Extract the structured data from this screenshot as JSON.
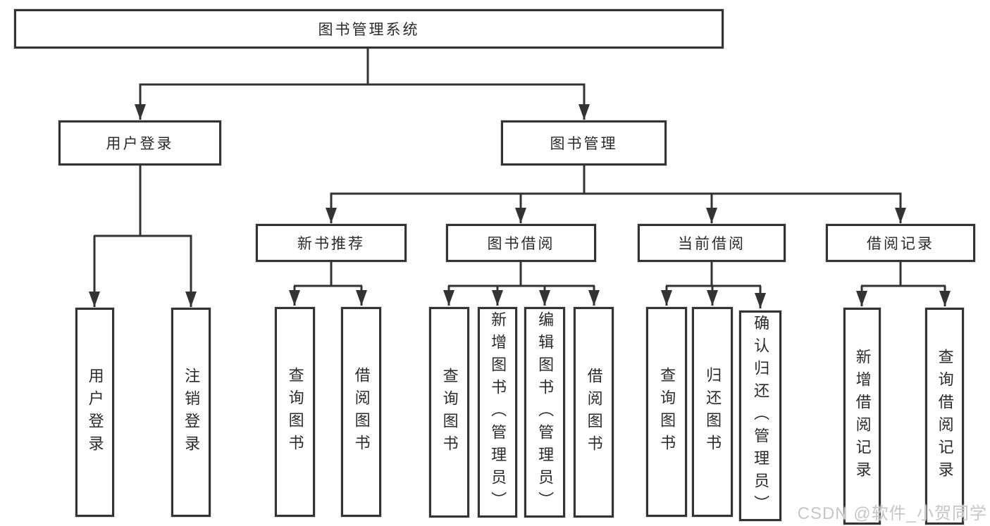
{
  "colors": {
    "line": "#333333",
    "box_border": "#333333",
    "box_fill": "#ffffff",
    "text": "#2b2b2b",
    "watermark": "#c6c6c6"
  },
  "diagram": {
    "root": {
      "label": "图书管理系统"
    },
    "branches": [
      {
        "label": "用户登录",
        "leaves": [
          {
            "label": "用户登录"
          },
          {
            "label": "注销登录"
          }
        ]
      },
      {
        "label": "图书管理",
        "groups": [
          {
            "label": "新书推荐",
            "leaves": [
              {
                "label": "查询图书"
              },
              {
                "label": "借阅图书"
              }
            ]
          },
          {
            "label": "图书借阅",
            "leaves": [
              {
                "label": "查询图书"
              },
              {
                "label": "新增图书（管理员）"
              },
              {
                "label": "编辑图书（管理员）"
              },
              {
                "label": "借阅图书"
              }
            ]
          },
          {
            "label": "当前借阅",
            "leaves": [
              {
                "label": "查询图书"
              },
              {
                "label": "归还图书"
              },
              {
                "label": "确认归还（管理员）"
              }
            ]
          },
          {
            "label": "借阅记录",
            "leaves": [
              {
                "label": "新增借阅记录"
              },
              {
                "label": "查询借阅记录"
              }
            ]
          }
        ]
      }
    ]
  },
  "watermark": {
    "text": "CSDN @软件_小贺同学"
  }
}
